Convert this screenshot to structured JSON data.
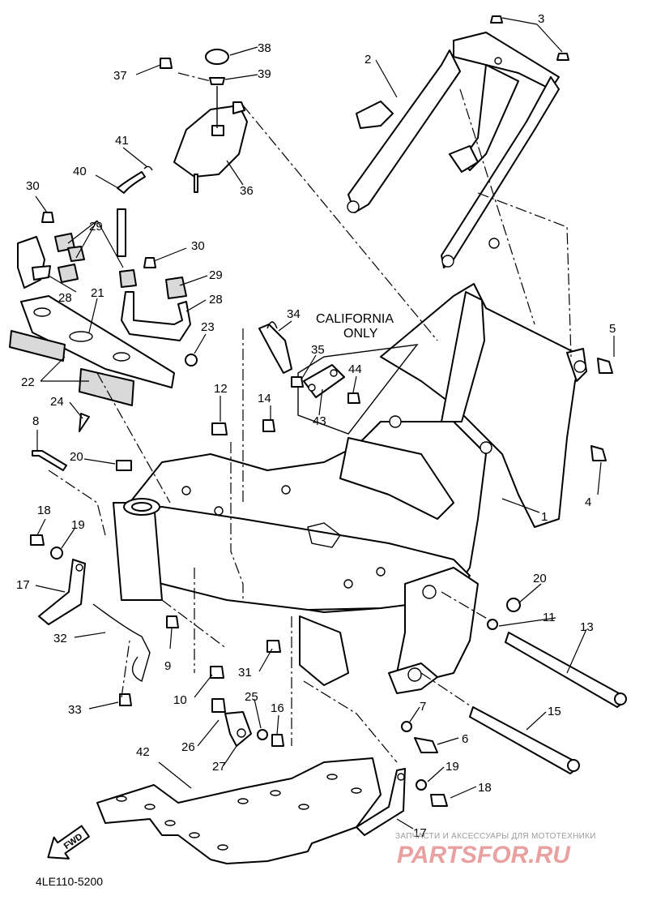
{
  "diagram": {
    "code": "4LE110-5200",
    "note": "CALIFORNIA\nONLY",
    "note_line1": "CALIFORNIA",
    "note_line2": "ONLY",
    "fwd_label": "FWD"
  },
  "callouts": {
    "c1": "1",
    "c2": "2",
    "c3": "3",
    "c4": "4",
    "c5": "5",
    "c6": "6",
    "c7": "7",
    "c8": "8",
    "c9": "9",
    "c10": "10",
    "c11": "11",
    "c12": "12",
    "c13": "13",
    "c14": "14",
    "c15": "15",
    "c16": "16",
    "c17a": "17",
    "c17b": "17",
    "c18a": "18",
    "c18b": "18",
    "c19a": "19",
    "c19b": "19",
    "c20a": "20",
    "c20b": "20",
    "c21": "21",
    "c22": "22",
    "c23": "23",
    "c24": "24",
    "c25": "25",
    "c26": "26",
    "c27": "27",
    "c28a": "28",
    "c28b": "28",
    "c29a": "29",
    "c29b": "29",
    "c30a": "30",
    "c30b": "30",
    "c31": "31",
    "c32": "32",
    "c33": "33",
    "c34": "34",
    "c35": "35",
    "c36": "36",
    "c37": "37",
    "c38": "38",
    "c39": "39",
    "c40": "40",
    "c41": "41",
    "c42": "42",
    "c43": "43",
    "c44": "44"
  },
  "watermark": {
    "caption": "ЗАПЧАСТИ И АКСЕССУАРЫ ДЛЯ МОТОТЕХНИКИ",
    "logo": "PARTSFOR.RU",
    "logo_color": "#e8a0a0"
  }
}
